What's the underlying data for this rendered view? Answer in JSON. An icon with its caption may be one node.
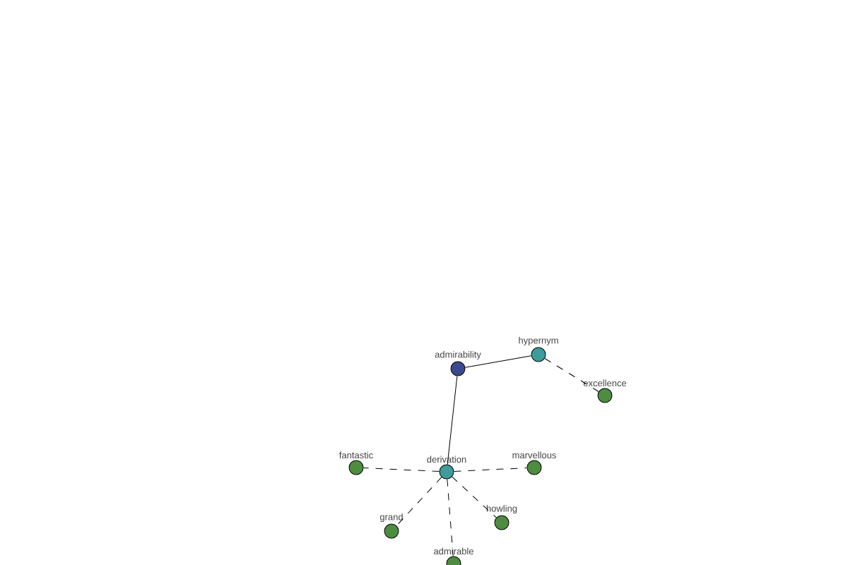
{
  "diagram": {
    "nodes": [
      {
        "text": [
          "admirability"
        ]
      },
      {
        "text": [
          "hypernym"
        ]
      },
      {
        "text": [
          "excellence"
        ]
      },
      {
        "text": [
          "derivation"
        ]
      },
      {
        "text": [
          "fantastic"
        ]
      },
      {
        "text": [
          "marvellous"
        ]
      },
      {
        "text": [
          "grand"
        ]
      },
      {
        "text": [
          "howling"
        ]
      },
      {
        "text": [
          "admirable"
        ]
      }
    ],
    "edges": [
      {
        "from": 0,
        "to": 1,
        "arrow": "none"
      },
      {
        "from": 1,
        "to": 2,
        "arrow": "none",
        "style": "dashed"
      },
      {
        "from": 0,
        "to": 3,
        "arrow": "none"
      },
      {
        "from": 3,
        "to": 4,
        "arrow": "none",
        "style": "dashed"
      },
      {
        "from": 3,
        "to": 5,
        "arrow": "none",
        "style": "dashed"
      },
      {
        "from": 3,
        "to": 6,
        "arrow": "none",
        "style": "dashed"
      },
      {
        "from": 3,
        "to": 7,
        "arrow": "none",
        "style": "dashed"
      },
      {
        "from": 3,
        "to": 8,
        "arrow": "none",
        "style": "dashed"
      }
    ]
  }
}
